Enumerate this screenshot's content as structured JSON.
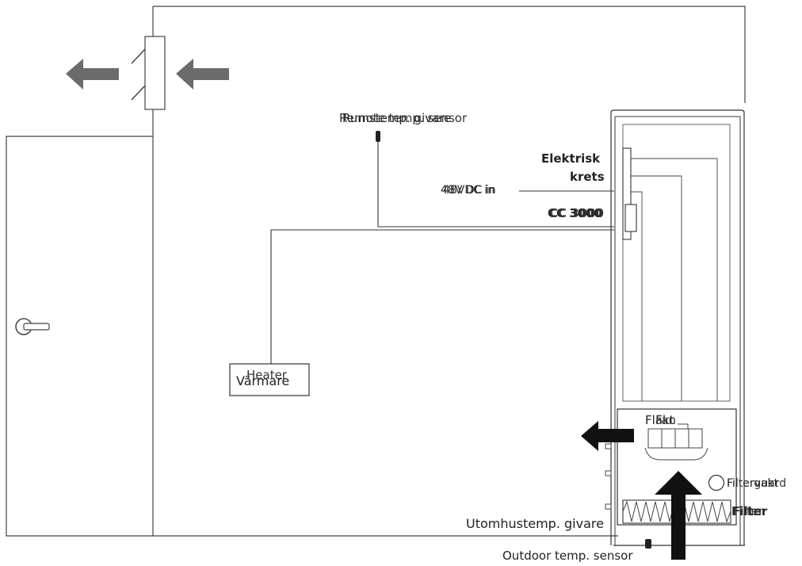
{
  "labels": {
    "remote_sensor_sv": "Rumstemp. givare",
    "remote_sensor_en": "Remote temp. sensor",
    "circuit_line1": "Elektrisk",
    "circuit_line2": "krets",
    "power_sv": "48V DC in",
    "power_en": "48VDC in",
    "controller_a": "CC 3000",
    "controller_b": "CC 3000",
    "heater_sv": "Värmare",
    "heater_en": "Heater",
    "fan_sv": "Fläkt",
    "fan_en": "Fan",
    "filter_guard_sv": "Filtervakt",
    "filter_guard_en": "Filterguard",
    "filter_sv": "Filter",
    "filter_en": "Filter",
    "outdoor_sensor_sv": "Utomhustemp. givare",
    "outdoor_sensor_en": "Outdoor temp. sensor"
  },
  "colors": {
    "line": "#333333",
    "arrow_gray": "#6b6b6b",
    "arrow_black": "#111111"
  }
}
